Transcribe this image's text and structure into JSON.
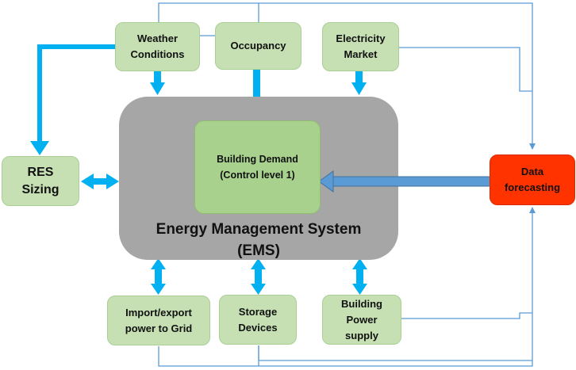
{
  "nodes": {
    "weather": "Weather\nConditions",
    "occupancy": "Occupancy",
    "market": "Electricity\nMarket",
    "res_sizing": "RES\nSizing",
    "demand": "Building Demand\n(Control level 1)",
    "ems": "Energy Management System\n(EMS)",
    "forecasting": "Data\nforecasting",
    "grid": "Import/export\npower to Grid",
    "storage": "Storage\nDevices",
    "power_supply": "Building\nPower\nsupply"
  },
  "colors": {
    "node_fill": "#c6e0b4",
    "demand_fill": "#a9d18e",
    "ems_fill": "#a6a6a6",
    "forecast_fill": "#ff3300",
    "thick_arrow": "#00b0f0",
    "thin_line": "#5b9bd5"
  }
}
